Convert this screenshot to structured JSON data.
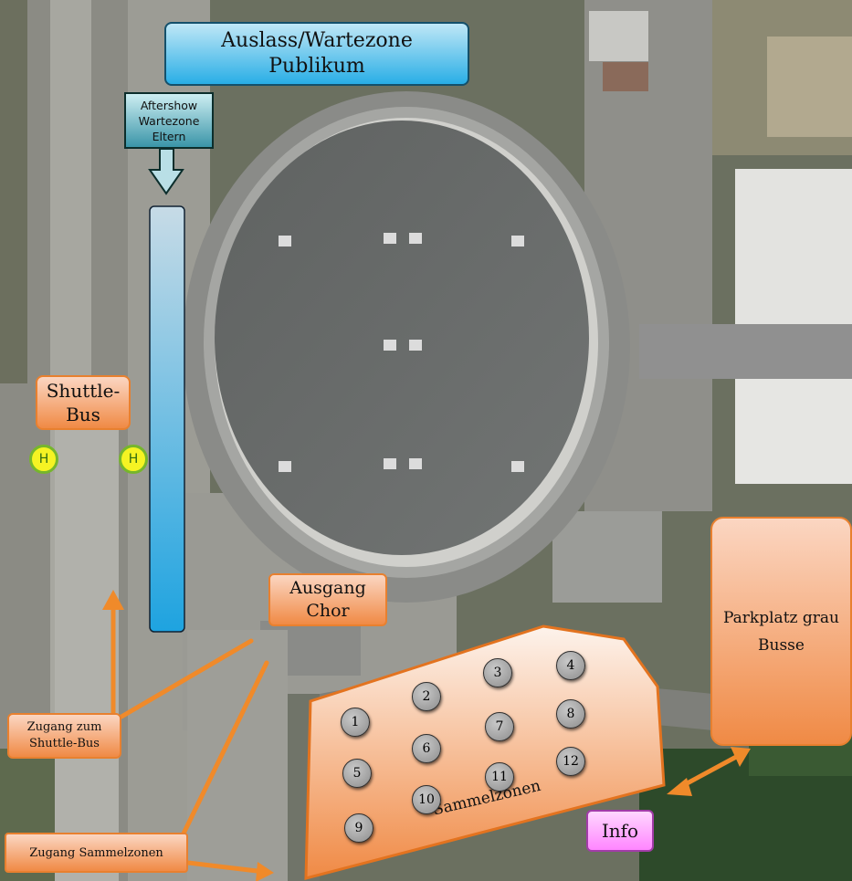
{
  "map": {
    "top_banner_lines": [
      "Auslass/Wartezone",
      "Publikum"
    ],
    "aftershow_lines": [
      "Aftershow",
      "Wartezone",
      "Eltern"
    ],
    "shuttle_bus_lines": [
      "Shuttle-",
      "Bus"
    ],
    "bus_stop_glyph": "H",
    "exit_lines": [
      "Ausgang",
      "Chor"
    ],
    "parking_lines": [
      "Parkplatz grau",
      "Busse"
    ],
    "info_label": "Info",
    "access_shuttle_lines": [
      "Zugang zum",
      "Shuttle-Bus"
    ],
    "access_zones_label": "Zugang Sammelzonen",
    "zones_area_label": "Sammelzonen",
    "zone_numbers": [
      "1",
      "2",
      "3",
      "4",
      "5",
      "6",
      "7",
      "8",
      "9",
      "10",
      "11",
      "12"
    ],
    "colors": {
      "banner_blue": "#29aee6",
      "waiting_bar_blue": "#1ea3e0",
      "orange_label": "#f08a45",
      "arrow_orange": "#f08a2a",
      "info_pink": "#ff86ff",
      "bus_stop_yellow": "#f5f323",
      "zone_grey": "#a5a5a5"
    }
  }
}
